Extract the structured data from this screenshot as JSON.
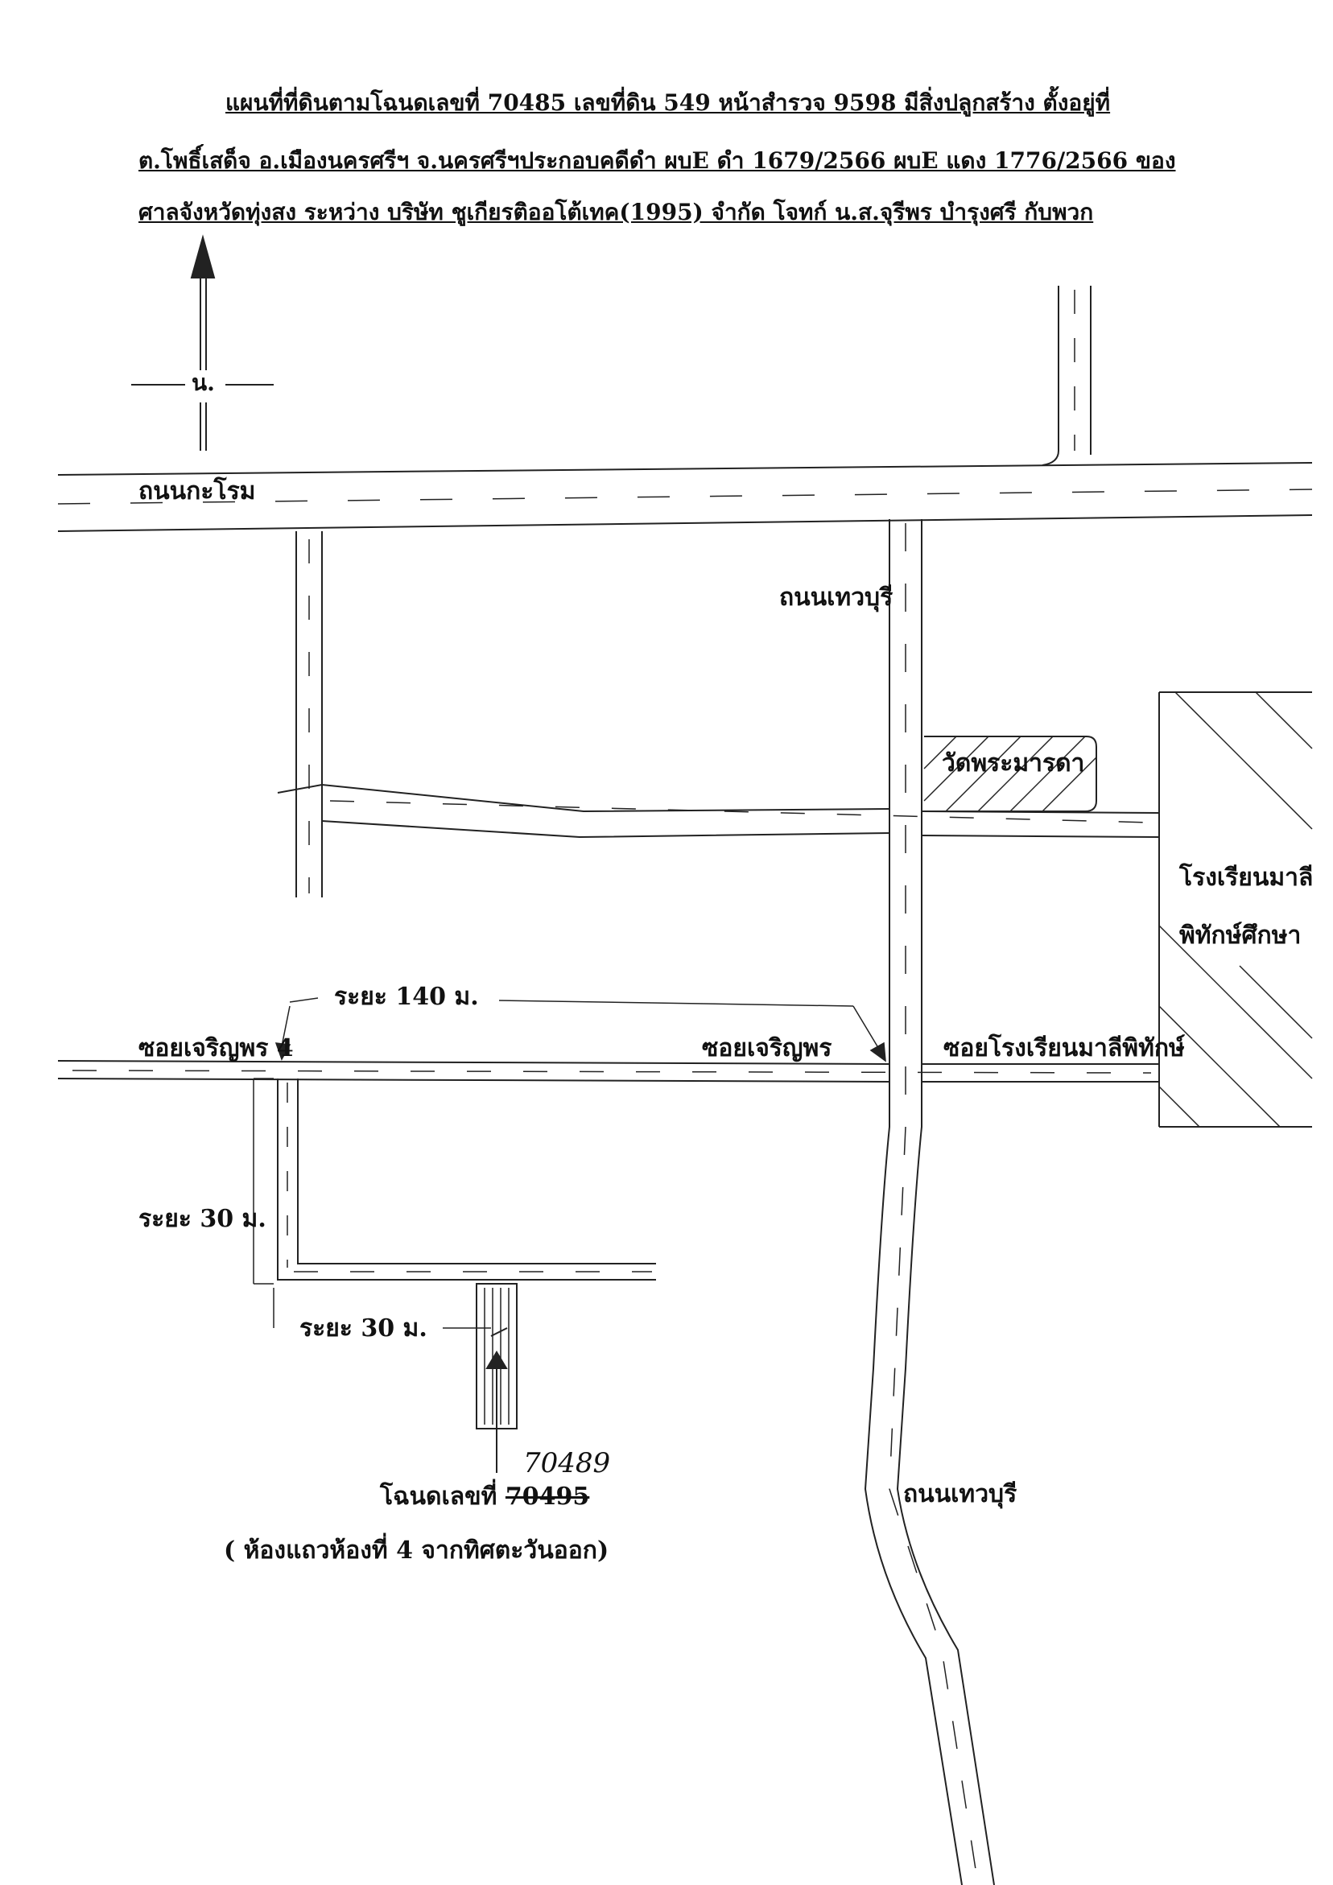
{
  "header": {
    "line1": "แผนที่ที่ดินตามโฉนดเลขที่  70485  เลขที่ดิน 549 หน้าสำรวจ  9598 มีสิ่งปลูกสร้าง ตั้งอยู่ที่",
    "line2": "ต.โพธิ์เสด็จ อ.เมืองนครศรีฯ จ.นครศรีฯประกอบคดีดำ  ผบE ดำ 1679/2566 ผบE แดง 1776/2566 ของ",
    "line3": "ศาลจังหวัดทุ่งสง ระหว่าง บริษัท ชูเกียรติออโต้เทค(1995) จำกัด โจทก์ น.ส.จุรีพร  บำรุงศรี กับพวก"
  },
  "north": {
    "label": "น."
  },
  "roads": {
    "kraram": "ถนนกะโรม",
    "thewaburi_north": "ถนนเทวบุรี",
    "thewaburi_south": "ถนนเทวบุรี",
    "soi_charoenporn_4": "ซอยเจริญพร 4",
    "soi_charoenporn": "ซอยเจริญพร",
    "soi_school": "ซอยโรงเรียนมาลีพิทักษ์"
  },
  "places": {
    "temple": "วัดพระมารดา",
    "school_line1": "โรงเรียนมาลี",
    "school_line2": "พิทักษ์ศึกษา"
  },
  "distances": {
    "d140": "ระยะ  140  ม.",
    "d30_vertical": "ระยะ 30 ม.",
    "d30_horizontal": "ระยะ 30 ม."
  },
  "deed": {
    "label": "โฉนดเลขที่",
    "struck_number": "70495",
    "handwritten_number": "70489",
    "note": "( ห้องแถวห้องที่ 4 จากทิศตะวันออก)"
  }
}
